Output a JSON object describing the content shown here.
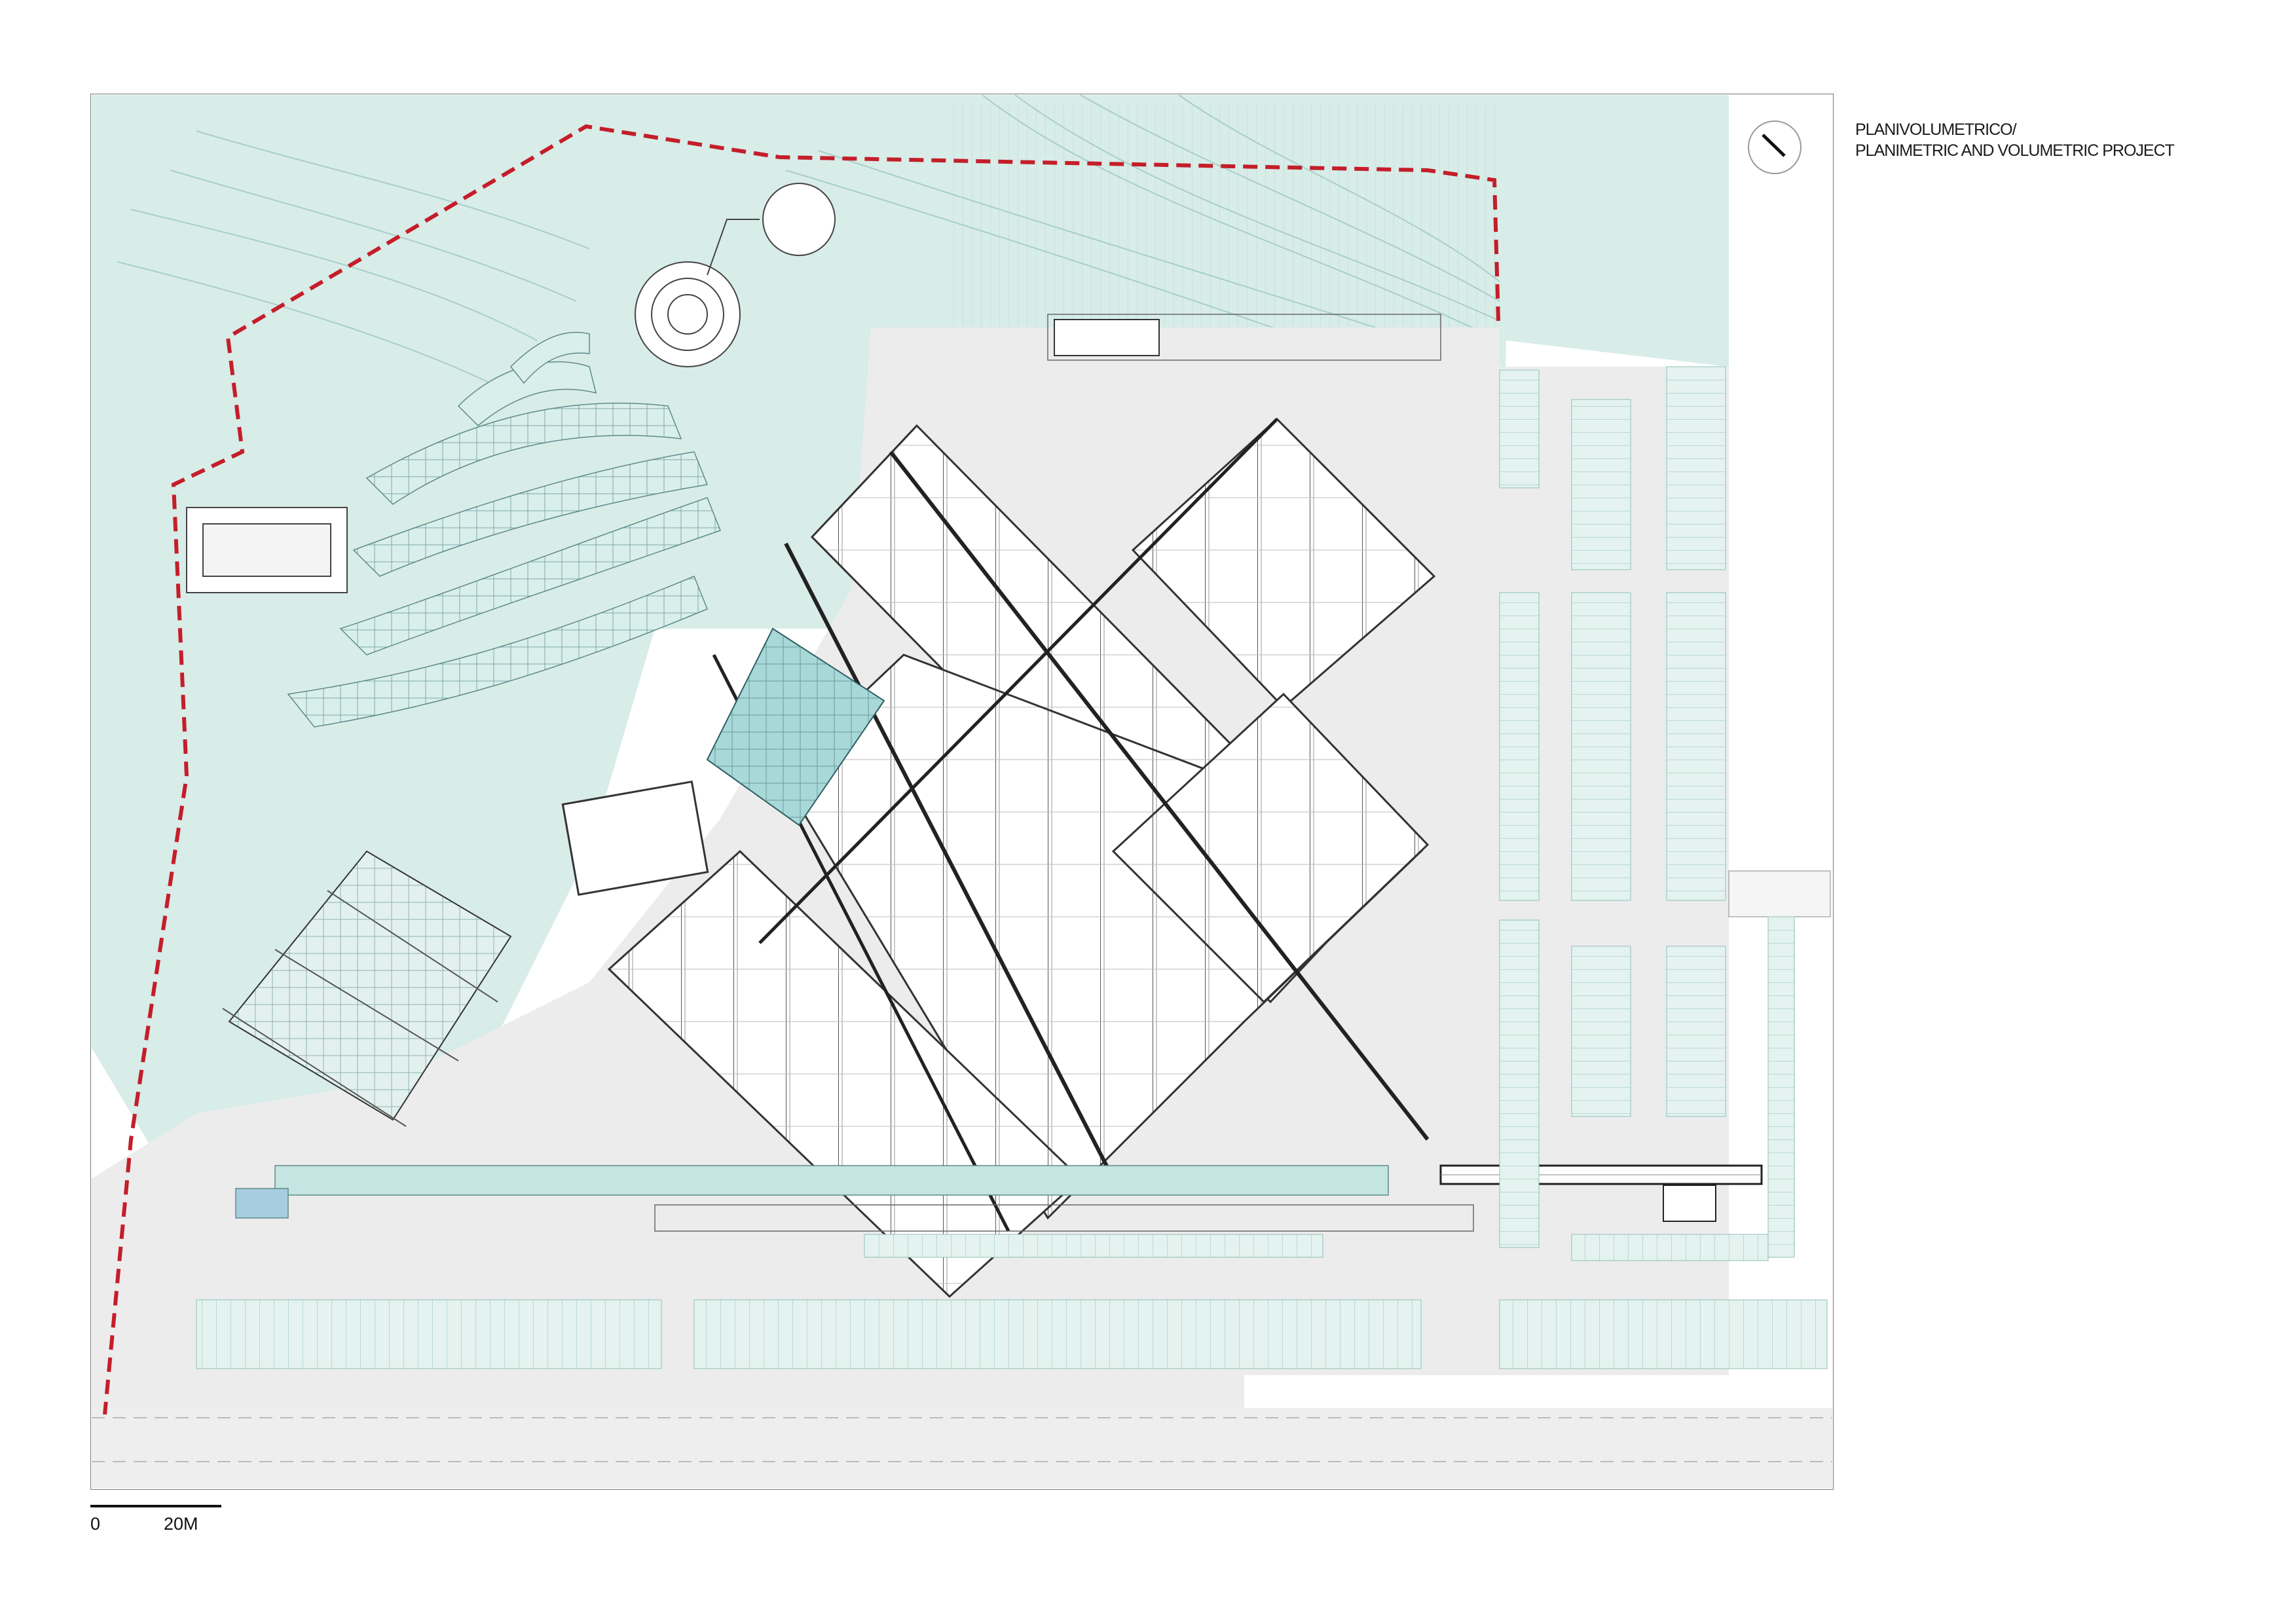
{
  "title": {
    "line1": "PLANIVOLUMETRICO/",
    "line2": "PLANIMETRIC AND VOLUMETRIC PROJECT"
  },
  "scale_bar": {
    "start_label": "0",
    "end_label": "20M"
  },
  "north_arrow": {
    "icon": "north-arrow-icon"
  },
  "colors": {
    "site_boundary": "#c41e2a",
    "vegetation": "#d6ece7",
    "pavement": "#ebebeb",
    "water": "#bfe3df",
    "glass": "#9fd3d6",
    "linework": "#444444"
  }
}
